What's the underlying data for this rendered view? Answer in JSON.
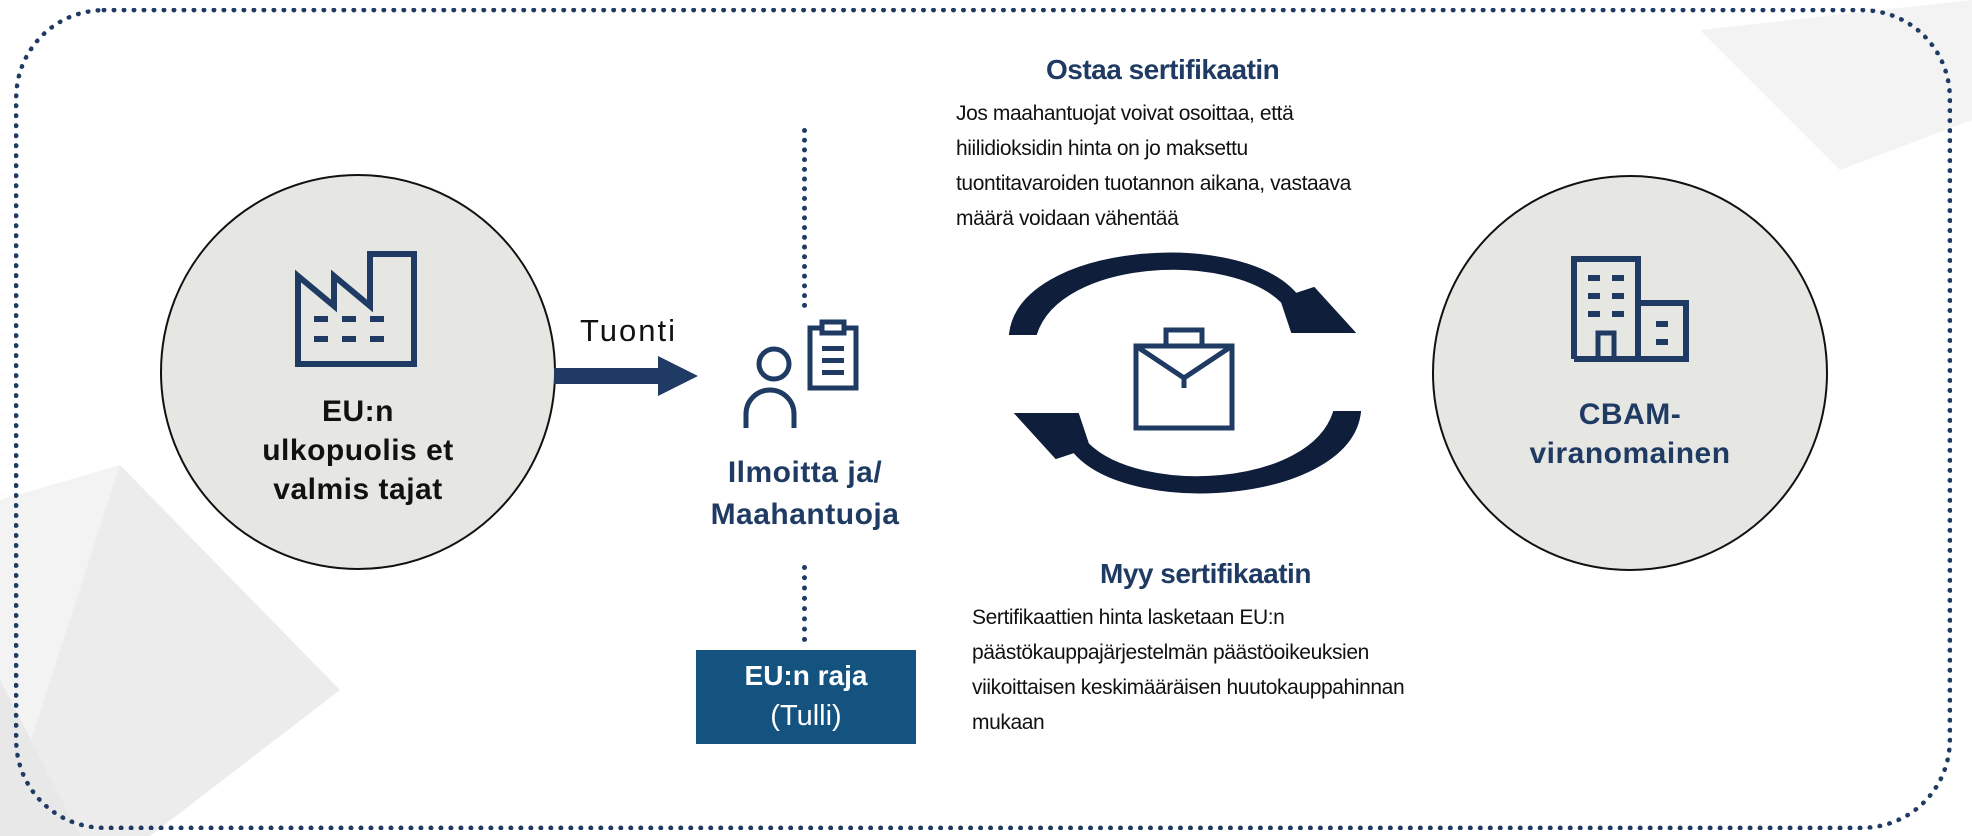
{
  "colors": {
    "navy": "#1f3b63",
    "dark_navy": "#0f1e3a",
    "circle_fill": "#e6e7e3",
    "customs_box": "#14527f",
    "frame_border": "#1f3b63"
  },
  "left_node": {
    "icon": "factory-icon",
    "label_lines": [
      "EU:n",
      "ulkopuolis et",
      "valmis tajat"
    ]
  },
  "flow": {
    "arrow_label": "Tuonti"
  },
  "middle_node": {
    "icon": "person-clipboard-icon",
    "label_lines": [
      "Ilmoitta ja/",
      "Maahantuoja"
    ]
  },
  "customs_box": {
    "title": "EU:n raja",
    "subtitle": "(Tulli)"
  },
  "cycle": {
    "center_icon": "briefcase-icon",
    "buy": {
      "heading": "Ostaa sertifikaatin",
      "lines": [
        "Jos maahantuojat voivat osoittaa, että",
        "hiilidioksidin hinta on jo maksettu",
        "tuontitavaroiden tuotannon aikana, vastaava",
        "määrä voidaan vähentää"
      ]
    },
    "sell": {
      "heading": "Myy sertifikaatin",
      "lines": [
        "Sertifikaattien hinta lasketaan EU:n",
        "päästökauppajärjestelmän päästöoikeuksien",
        "viikoittaisen keskimääräisen huutokauppahinnan",
        "mukaan"
      ]
    }
  },
  "right_node": {
    "icon": "office-building-icon",
    "label_lines": [
      "CBAM-",
      "viranomainen"
    ]
  }
}
